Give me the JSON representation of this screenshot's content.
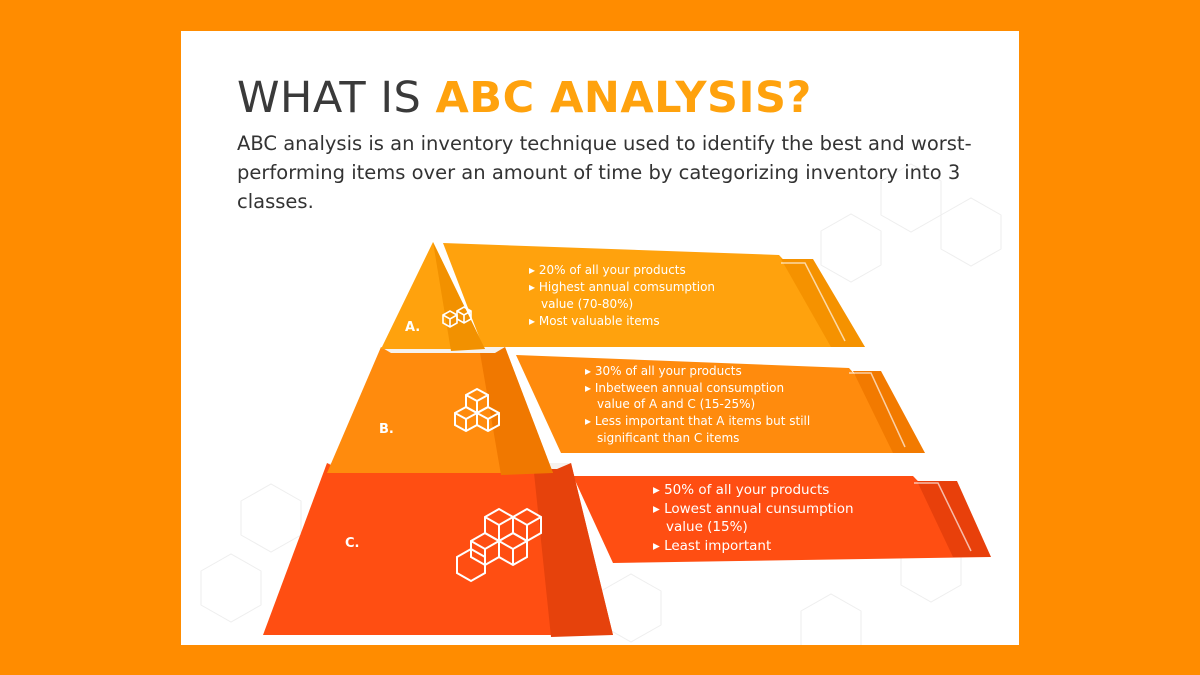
{
  "title": {
    "prefix": "WHAT IS ",
    "highlight": "ABC ANALYSIS?"
  },
  "description": "ABC analysis is an inventory technique used to identify the best and worst-performing items over an amount of time by categorizing inventory into 3 classes.",
  "tiers": [
    {
      "label": "A.",
      "bullets": [
        "▸ 20% of all your products",
        "▸ Highest annual comsumption",
        "value (70-80%)",
        "▸ Most valuable items"
      ],
      "color": "#FFA20D"
    },
    {
      "label": "B.",
      "bullets": [
        "▸ 30% of all your products",
        "▸ Inbetween annual consumption",
        "value of A and C (15-25%)",
        "▸ Less important that A items but still",
        "significant than C items"
      ],
      "color": "#FF8B0D"
    },
    {
      "label": "C.",
      "bullets": [
        "▸ 50% of all your products",
        "▸ Lowest annual cunsumption",
        "value (15%)",
        "▸ Least important"
      ],
      "color": "#FF4E12"
    }
  ],
  "icons": [
    "boxes-small-icon",
    "boxes-medium-icon",
    "boxes-large-icon"
  ]
}
